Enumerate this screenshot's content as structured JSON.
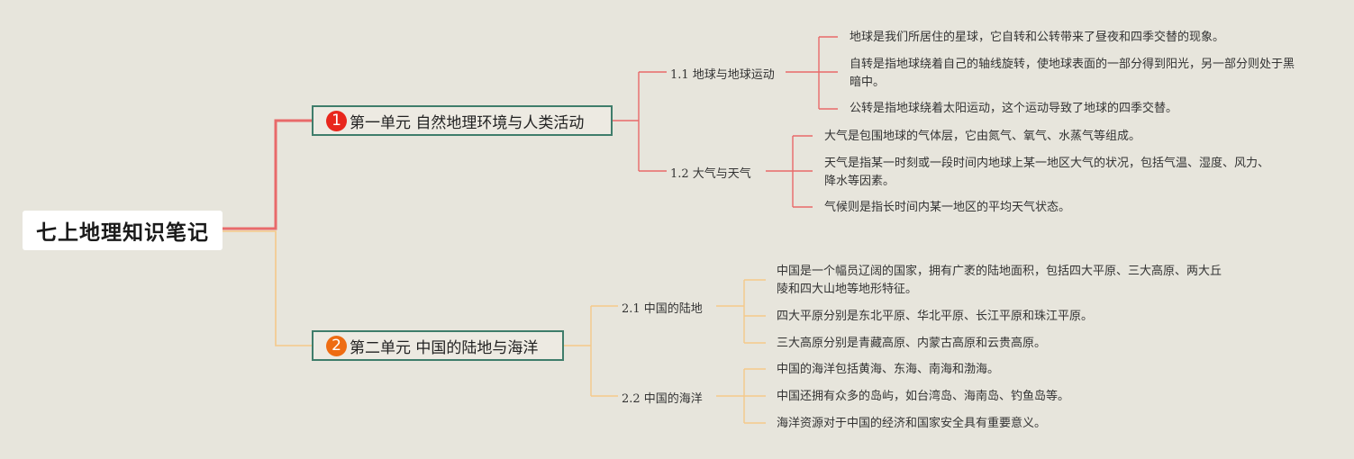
{
  "root": {
    "title": "七上地理知识笔记"
  },
  "colors": {
    "background": "#e7e5dc",
    "unit1_branch": "#e86a6a",
    "unit2_branch": "#f5c98a",
    "badge1": "#e8261c",
    "badge2": "#ee6c12",
    "unit_border": "#3f7d6b"
  },
  "units": [
    {
      "number": "1",
      "label": "第一单元 自然地理环境与人类活动",
      "sections": [
        {
          "label": "1.1 地球与地球运动",
          "points": [
            "地球是我们所居住的星球，它自转和公转带来了昼夜和四季交替的现象。",
            "自转是指地球绕着自己的轴线旋转，使地球表面的一部分得到阳光，另一部分则处于黑暗中。",
            "公转是指地球绕着太阳运动，这个运动导致了地球的四季交替。"
          ]
        },
        {
          "label": "1.2 大气与天气",
          "points": [
            "大气是包围地球的气体层，它由氮气、氧气、水蒸气等组成。",
            "天气是指某一时刻或一段时间内地球上某一地区大气的状况，包括气温、湿度、风力、降水等因素。",
            "气候则是指长时间内某一地区的平均天气状态。"
          ]
        }
      ]
    },
    {
      "number": "2",
      "label": "第二单元 中国的陆地与海洋",
      "sections": [
        {
          "label": "2.1 中国的陆地",
          "points": [
            "中国是一个幅员辽阔的国家，拥有广袤的陆地面积，包括四大平原、三大高原、两大丘陵和四大山地等地形特征。",
            "四大平原分别是东北平原、华北平原、长江平原和珠江平原。",
            "三大高原分别是青藏高原、内蒙古高原和云贵高原。"
          ]
        },
        {
          "label": "2.2 中国的海洋",
          "points": [
            "中国的海洋包括黄海、东海、南海和渤海。",
            "中国还拥有众多的岛屿，如台湾岛、海南岛、钓鱼岛等。",
            "海洋资源对于中国的经济和国家安全具有重要意义。"
          ]
        }
      ]
    }
  ]
}
